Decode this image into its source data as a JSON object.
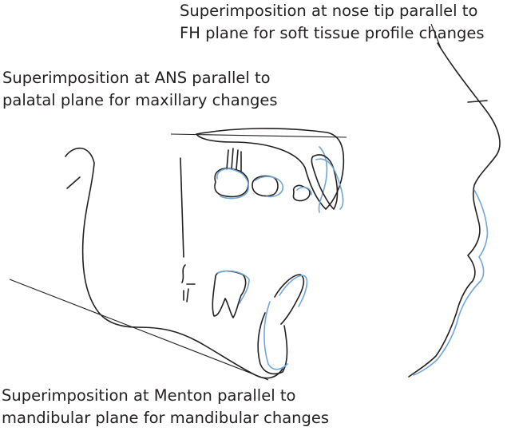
{
  "captions": {
    "nose": {
      "line1": "Superimposition at nose tip parallel to",
      "line2": "FH plane for soft tissue profile changes"
    },
    "ans": {
      "line1": "Superimposition at ANS parallel to",
      "line2": "palatal plane for maxillary changes"
    },
    "menton": {
      "line1": "Superimposition at Menton parallel to",
      "line2": "mandibular plane for mandibular changes"
    }
  },
  "colors": {
    "ink": "#231f20",
    "blue": "#6fa6d6",
    "background": "#ffffff"
  }
}
